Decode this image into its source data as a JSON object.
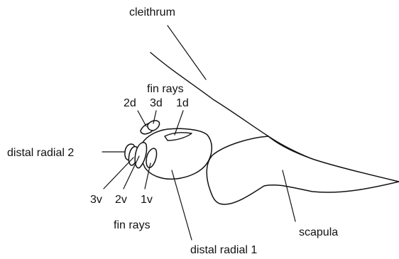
{
  "figure": {
    "labels": {
      "cleithrum": "cleithrum",
      "fin_rays_top": "fin rays",
      "fin_ray_2d": "2d",
      "fin_ray_3d": "3d",
      "fin_ray_1d": "1d",
      "distal_radial_2": "distal radial 2",
      "fin_ray_3v": "3v",
      "fin_ray_2v": "2v",
      "fin_ray_1v": "1v",
      "fin_rays_bottom": "fin rays",
      "scapula": "scapula",
      "distal_radial_1": "distal radial 1"
    },
    "colors": {
      "ink": "#111111",
      "background": "#ffffff"
    }
  }
}
